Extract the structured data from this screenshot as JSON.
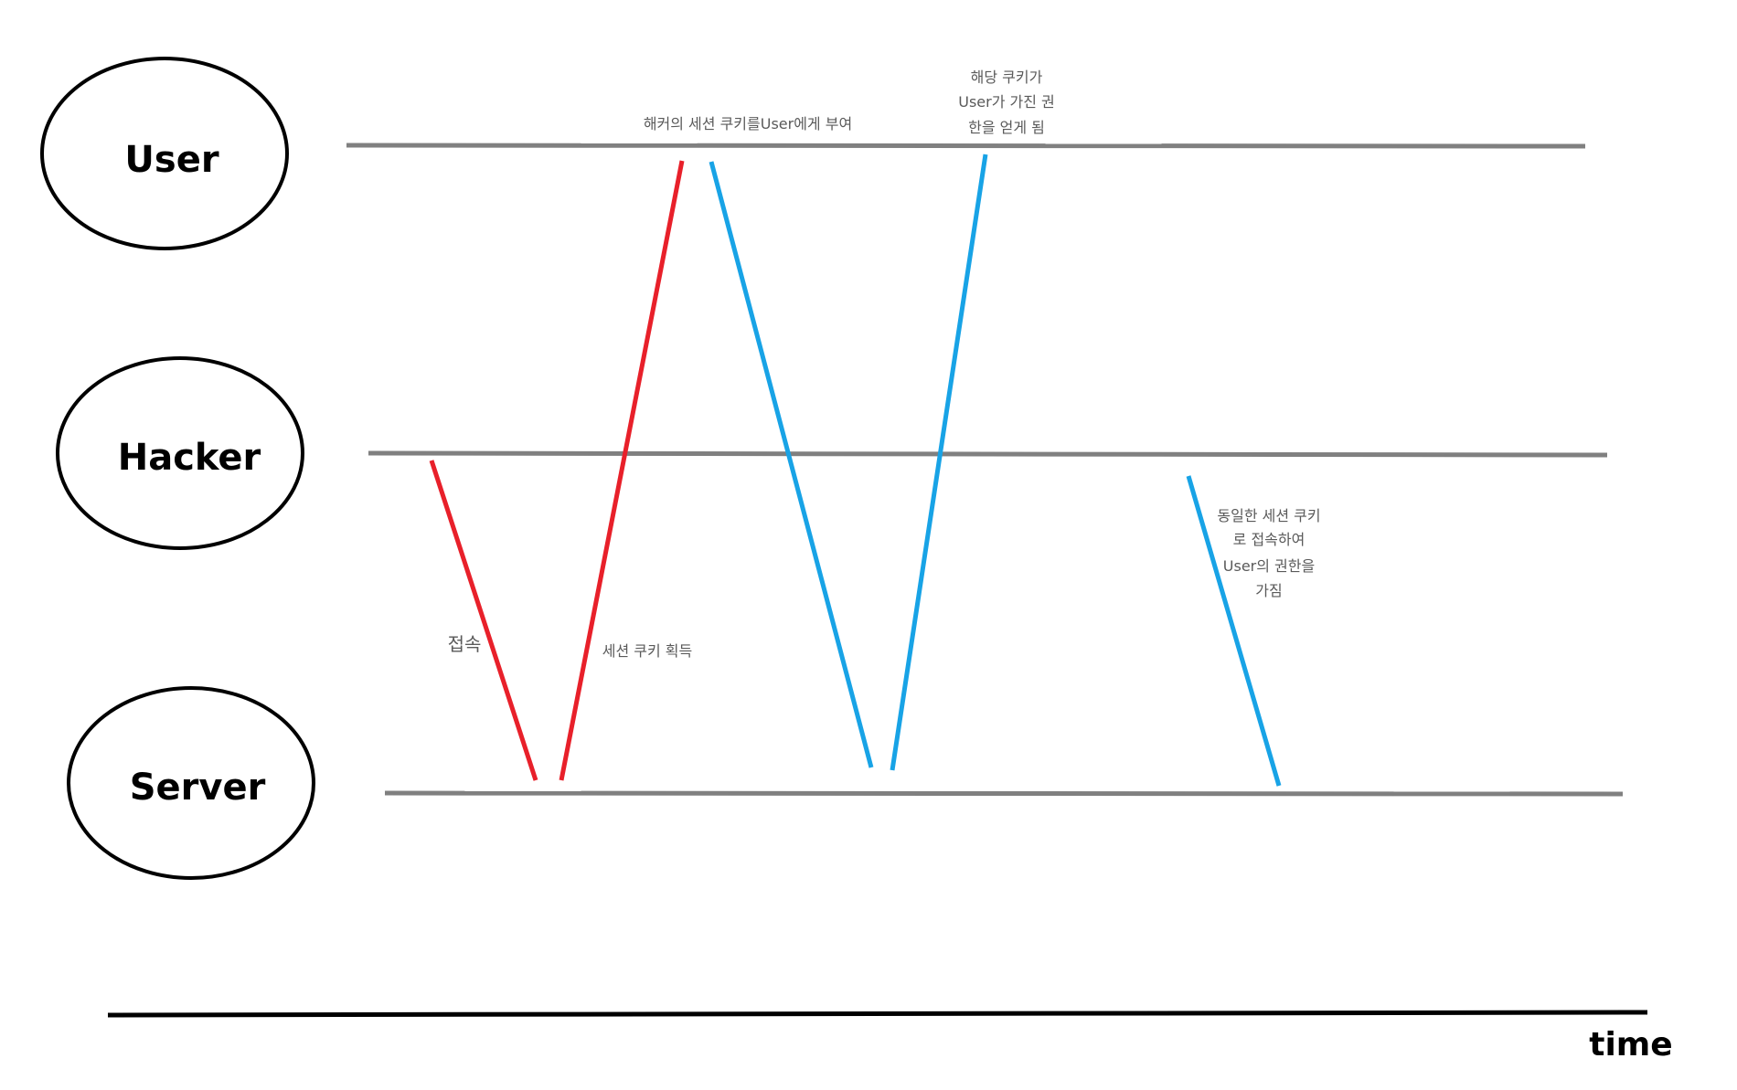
{
  "actors": [
    {
      "id": "user",
      "label": "User"
    },
    {
      "id": "hacker",
      "label": "Hacker"
    },
    {
      "id": "server",
      "label": "Server"
    }
  ],
  "notes": {
    "connect": "접속",
    "get_cookie": "세션 쿠키 획득",
    "give_cookie": "해커의 세션 쿠키를User에게 부여",
    "gain_auth": [
      "해당 쿠키가",
      "User가 가진 권",
      "한을 얻게 됨"
    ],
    "same_cookie": [
      "동일한 세션 쿠키",
      "로 접속하여",
      "User의 권한을",
      "가짐"
    ]
  },
  "axis": {
    "label": "time"
  },
  "colors": {
    "lifeline": "#808080",
    "hacker_message": "#e8202a",
    "user_message": "#18a3e6",
    "outline": "#000000",
    "note_text": "#5a5a5a"
  }
}
